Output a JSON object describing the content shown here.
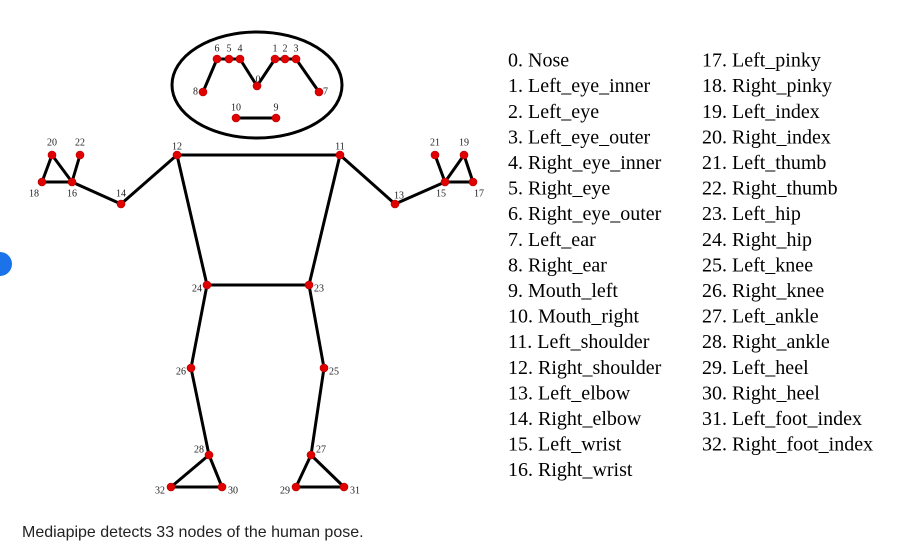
{
  "caption": "Mediapipe detects 33 nodes of the human pose.",
  "landmarks": [
    "0. Nose",
    "1. Left_eye_inner",
    "2. Left_eye",
    "3. Left_eye_outer",
    "4. Right_eye_inner",
    "5. Right_eye",
    "6. Right_eye_outer",
    "7. Left_ear",
    "8. Right_ear",
    "9. Mouth_left",
    "10. Mouth_right",
    "11. Left_shoulder",
    "12. Right_shoulder",
    "13. Left_elbow",
    "14. Right_elbow",
    "15. Left_wrist",
    "16. Right_wrist",
    "17. Left_pinky",
    "18. Right_pinky",
    "19. Left_index",
    "20. Right_index",
    "21. Left_thumb",
    "22. Right_thumb",
    "23. Left_hip",
    "24. Right_hip",
    "25. Left_knee",
    "26. Right_knee",
    "27. Left_ankle",
    "28. Right_ankle",
    "29. Left_heel",
    "30. Right_heel",
    "31. Left_foot_index",
    "32. Right_foot_index"
  ],
  "node_labels": [
    "0",
    "1",
    "2",
    "3",
    "4",
    "5",
    "6",
    "7",
    "8",
    "9",
    "10",
    "11",
    "12",
    "13",
    "14",
    "15",
    "16",
    "17",
    "18",
    "19",
    "20",
    "21",
    "22",
    "23",
    "24",
    "25",
    "26",
    "27",
    "28",
    "29",
    "30",
    "31",
    "32"
  ],
  "colors": {
    "joint": "#e00000",
    "bone": "#000000",
    "accent": "#1a73e8"
  }
}
